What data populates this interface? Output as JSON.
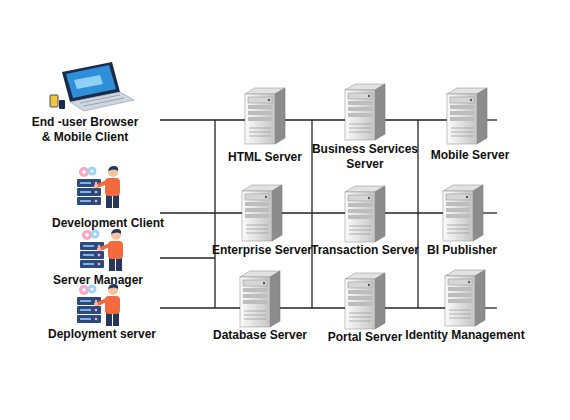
{
  "diagram": {
    "nodes": [
      {
        "text": [
          "End -user Browser & Mobile Client"
        ]
      },
      {
        "text": [
          "HTML Server"
        ]
      },
      {
        "text": [
          "Business Services Server"
        ]
      },
      {
        "text": [
          "Mobile Server"
        ]
      },
      {
        "text": [
          "Development Client"
        ]
      },
      {
        "text": [
          "Enterprise Server"
        ]
      },
      {
        "text": [
          "Transaction Server"
        ]
      },
      {
        "text": [
          "BI Publisher"
        ]
      },
      {
        "text": [
          "Server Manager"
        ]
      },
      {
        "text": [
          "Deployment server"
        ]
      },
      {
        "text": [
          "Database Server"
        ]
      },
      {
        "text": [
          "Portal Server"
        ]
      },
      {
        "text": [
          "Identity Management"
        ]
      }
    ],
    "edges": [
      {
        "from": 0,
        "to": 1,
        "arrow": "none"
      },
      {
        "from": 1,
        "to": 2,
        "arrow": "none"
      },
      {
        "from": 2,
        "to": 3,
        "arrow": "none"
      },
      {
        "from": 4,
        "to": 5,
        "arrow": "none"
      },
      {
        "from": 5,
        "to": 6,
        "arrow": "none"
      },
      {
        "from": 6,
        "to": 7,
        "arrow": "none"
      },
      {
        "from": 9,
        "to": 10,
        "arrow": "none"
      },
      {
        "from": 10,
        "to": 11,
        "arrow": "none"
      },
      {
        "from": 11,
        "to": 12,
        "arrow": "none"
      }
    ]
  }
}
